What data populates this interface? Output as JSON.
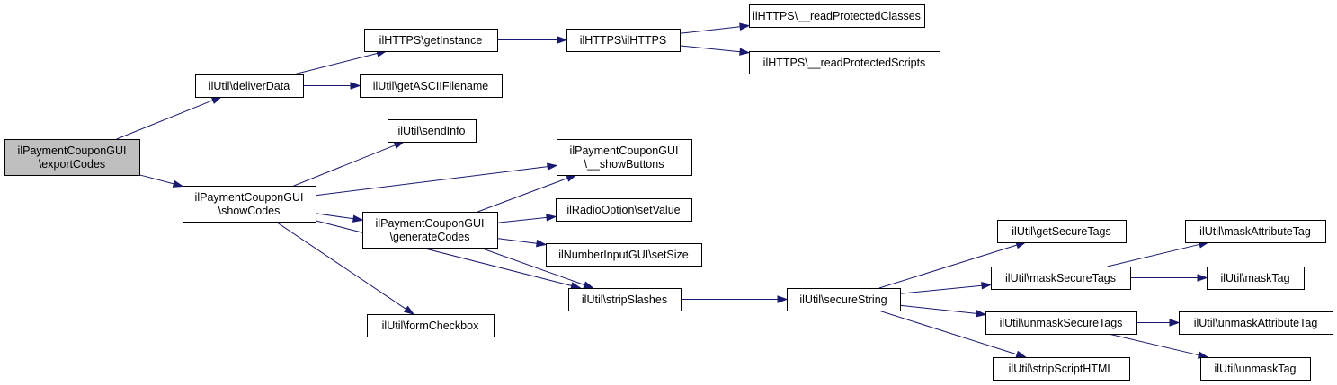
{
  "colors": {
    "edge": "#191970",
    "root_fill": "#bfbfbf",
    "node_fill": "#ffffff",
    "node_border": "#000000"
  },
  "nodes": {
    "export_codes": [
      "ilPaymentCouponGUI",
      "\\exportCodes"
    ],
    "deliver_data": [
      "ilUtil\\deliverData"
    ],
    "https_get_instance": [
      "ilHTTPS\\getInstance"
    ],
    "https_ilhttps": [
      "ilHTTPS\\ilHTTPS"
    ],
    "https_read_classes": [
      "ilHTTPS\\__readProtectedClasses"
    ],
    "https_read_scripts": [
      "ilHTTPS\\__readProtectedScripts"
    ],
    "get_ascii_filename": [
      "ilUtil\\getASCIIFilename"
    ],
    "send_info": [
      "ilUtil\\sendInfo"
    ],
    "show_codes": [
      "ilPaymentCouponGUI",
      "\\showCodes"
    ],
    "show_buttons": [
      "ilPaymentCouponGUI",
      "\\__showButtons"
    ],
    "generate_codes": [
      "ilPaymentCouponGUI",
      "\\generateCodes"
    ],
    "radio_set_value": [
      "ilRadioOption\\setValue"
    ],
    "number_set_size": [
      "ilNumberInputGUI\\setSize"
    ],
    "strip_slashes": [
      "ilUtil\\stripSlashes"
    ],
    "form_checkbox": [
      "ilUtil\\formCheckbox"
    ],
    "secure_string": [
      "ilUtil\\secureString"
    ],
    "get_secure_tags": [
      "ilUtil\\getSecureTags"
    ],
    "mask_secure_tags": [
      "ilUtil\\maskSecureTags"
    ],
    "unmask_secure_tags": [
      "ilUtil\\unmaskSecureTags"
    ],
    "strip_script_html": [
      "ilUtil\\stripScriptHTML"
    ],
    "mask_attribute_tag": [
      "ilUtil\\maskAttributeTag"
    ],
    "mask_tag": [
      "ilUtil\\maskTag"
    ],
    "unmask_attribute_tag": [
      "ilUtil\\unmaskAttributeTag"
    ],
    "unmask_tag": [
      "ilUtil\\unmaskTag"
    ]
  },
  "edges": [
    [
      "export_codes",
      "deliver_data"
    ],
    [
      "export_codes",
      "show_codes"
    ],
    [
      "deliver_data",
      "https_get_instance"
    ],
    [
      "deliver_data",
      "get_ascii_filename"
    ],
    [
      "https_get_instance",
      "https_ilhttps"
    ],
    [
      "https_ilhttps",
      "https_read_classes"
    ],
    [
      "https_ilhttps",
      "https_read_scripts"
    ],
    [
      "show_codes",
      "send_info"
    ],
    [
      "show_codes",
      "show_buttons"
    ],
    [
      "show_codes",
      "generate_codes"
    ],
    [
      "show_codes",
      "strip_slashes"
    ],
    [
      "show_codes",
      "form_checkbox"
    ],
    [
      "generate_codes",
      "show_buttons"
    ],
    [
      "generate_codes",
      "radio_set_value"
    ],
    [
      "generate_codes",
      "number_set_size"
    ],
    [
      "generate_codes",
      "strip_slashes"
    ],
    [
      "strip_slashes",
      "secure_string"
    ],
    [
      "secure_string",
      "get_secure_tags"
    ],
    [
      "secure_string",
      "mask_secure_tags"
    ],
    [
      "secure_string",
      "unmask_secure_tags"
    ],
    [
      "secure_string",
      "strip_script_html"
    ],
    [
      "mask_secure_tags",
      "mask_attribute_tag"
    ],
    [
      "mask_secure_tags",
      "mask_tag"
    ],
    [
      "unmask_secure_tags",
      "unmask_attribute_tag"
    ],
    [
      "unmask_secure_tags",
      "unmask_tag"
    ]
  ]
}
